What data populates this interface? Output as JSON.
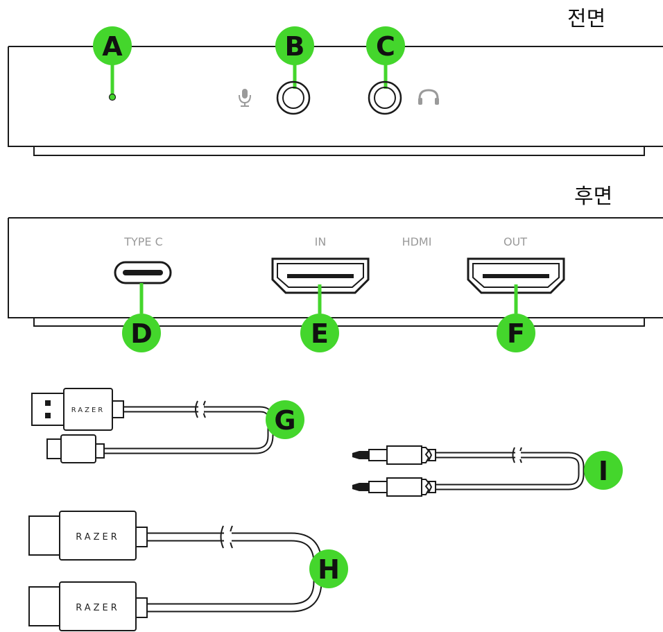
{
  "front": {
    "title": "전면"
  },
  "rear": {
    "title": "후면"
  },
  "ports": {
    "type_c": "TYPE C",
    "hdmi_in": "IN",
    "hdmi": "HDMI",
    "hdmi_out": "OUT"
  },
  "callouts": {
    "a": "A",
    "b": "B",
    "c": "C",
    "d": "D",
    "e": "E",
    "f": "F",
    "g": "G",
    "h": "H",
    "i": "I"
  },
  "brand": "RAZER",
  "colors": {
    "accent": "#44d62c",
    "outline": "#1a1a1a",
    "label_gray": "#9a9a9a"
  },
  "icons": {
    "microphone": "microphone-icon",
    "headphones": "headphones-icon"
  }
}
